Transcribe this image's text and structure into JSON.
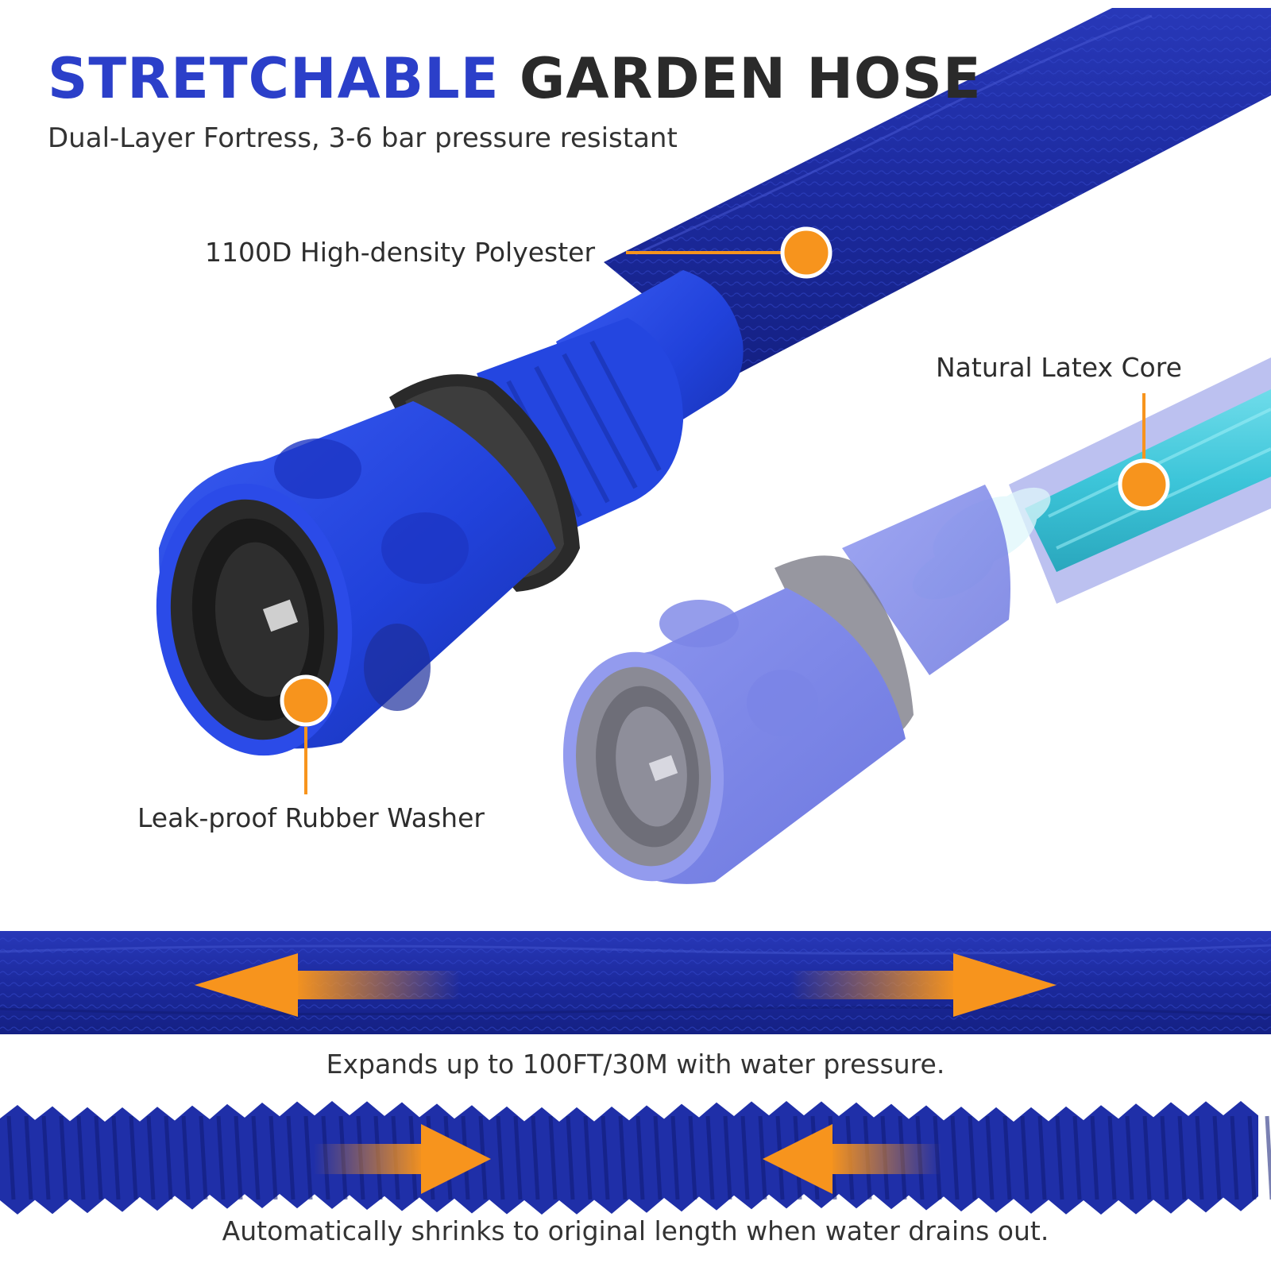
{
  "header": {
    "title_highlight": "STRETCHABLE",
    "title_rest": "GARDEN HOSE",
    "subtitle": "Dual-Layer Fortress, 3-6 bar pressure resistant"
  },
  "callouts": {
    "polyester": "1100D High-density Polyester",
    "latex_core": "Natural Latex Core",
    "washer": "Leak-proof Rubber Washer"
  },
  "captions": {
    "expand": "Expands up to 100FT/30M with water pressure.",
    "shrink": "Automatically shrinks to original length when water drains out."
  },
  "colors": {
    "title_blue": "#2b3fc9",
    "title_dark": "#2a2a2a",
    "accent_orange": "#f7941d",
    "hose_blue": "#1f2fa8",
    "connector_blue": "#2342e0",
    "latex_teal": "#3cc5d9"
  }
}
